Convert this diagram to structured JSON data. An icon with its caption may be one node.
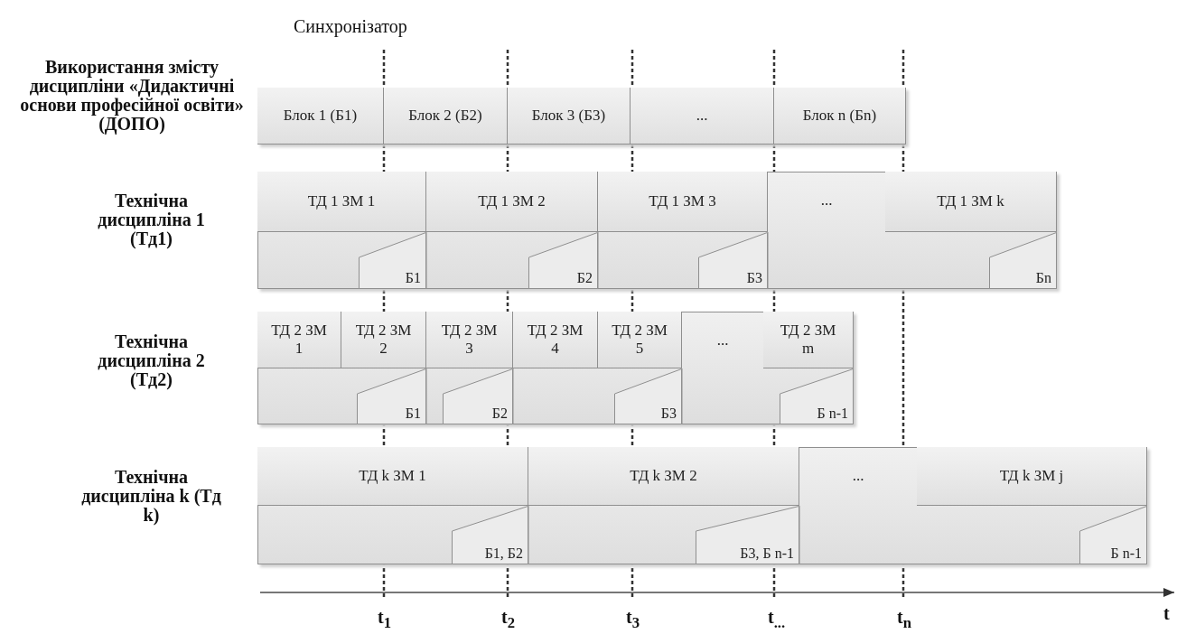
{
  "diagram": {
    "nodes": [
      {
        "text": [
          "Використання змісту дисципліни «Дидактичні основи професійної освіти» (ДОПО)"
        ]
      },
      {
        "text": [
          "Блок 1 (Б1)"
        ],
        "in": 0
      },
      {
        "text": [
          "Блок 2 (Б2)"
        ],
        "in": 0
      },
      {
        "text": [
          "Блок 3 (Б3)"
        ],
        "in": 0
      },
      {
        "text": [
          "..."
        ],
        "in": 0
      },
      {
        "text": [
          "Блок n (Бn)"
        ],
        "in": 0
      },
      {
        "text": [
          "Технічна дисципліна 1 (Тд1)"
        ]
      },
      {
        "text": [
          "ТД 1 ЗМ 1"
        ],
        "in": 6
      },
      {
        "text": [
          "ТД 1 ЗМ 2"
        ],
        "in": 6
      },
      {
        "text": [
          "ТД 1 ЗМ 3"
        ],
        "in": 6
      },
      {
        "text": [
          "..."
        ],
        "in": 6
      },
      {
        "text": [
          "ТД 1 ЗМ k"
        ],
        "in": 6
      },
      {
        "text": [
          "Б1"
        ],
        "in": 6
      },
      {
        "text": [
          "Б2"
        ],
        "in": 6
      },
      {
        "text": [
          "Б3"
        ],
        "in": 6
      },
      {
        "text": [
          "Бn"
        ],
        "in": 6
      },
      {
        "text": [
          "Технічна дисципліна 2 (Тд2)"
        ]
      },
      {
        "text": [
          "ТД 2 ЗМ 1"
        ],
        "in": 16
      },
      {
        "text": [
          "ТД 2 ЗМ 2"
        ],
        "in": 16
      },
      {
        "text": [
          "ТД 2 ЗМ 3"
        ],
        "in": 16
      },
      {
        "text": [
          "ТД 2 ЗМ 4"
        ],
        "in": 16
      },
      {
        "text": [
          "ТД 2 ЗМ 5"
        ],
        "in": 16
      },
      {
        "text": [
          "..."
        ],
        "in": 16
      },
      {
        "text": [
          "ТД 2 ЗМ m"
        ],
        "in": 16
      },
      {
        "text": [
          "Б1"
        ],
        "in": 16
      },
      {
        "text": [
          "Б2"
        ],
        "in": 16
      },
      {
        "text": [
          "Б3"
        ],
        "in": 16
      },
      {
        "text": [
          "Б n-1"
        ],
        "in": 16
      },
      {
        "text": [
          "Технічна дисципліна k (Тд k)"
        ]
      },
      {
        "text": [
          "ТД k ЗМ 1"
        ],
        "in": 28
      },
      {
        "text": [
          "ТД k ЗМ 2"
        ],
        "in": 28
      },
      {
        "text": [
          "..."
        ],
        "in": 28
      },
      {
        "text": [
          "ТД k ЗМ j"
        ],
        "in": 28
      },
      {
        "text": [
          "Б1, Б2"
        ],
        "in": 28
      },
      {
        "text": [
          "Б3, Б n-1"
        ],
        "in": 28
      },
      {
        "text": [
          "Б n-1"
        ],
        "in": 28
      }
    ],
    "labels": [
      "Синхронізатор",
      "t$_{1}$",
      "t$_{2}$",
      "t$_{3}$",
      "t$_{...}$",
      "t$_{n}$",
      "t"
    ]
  }
}
